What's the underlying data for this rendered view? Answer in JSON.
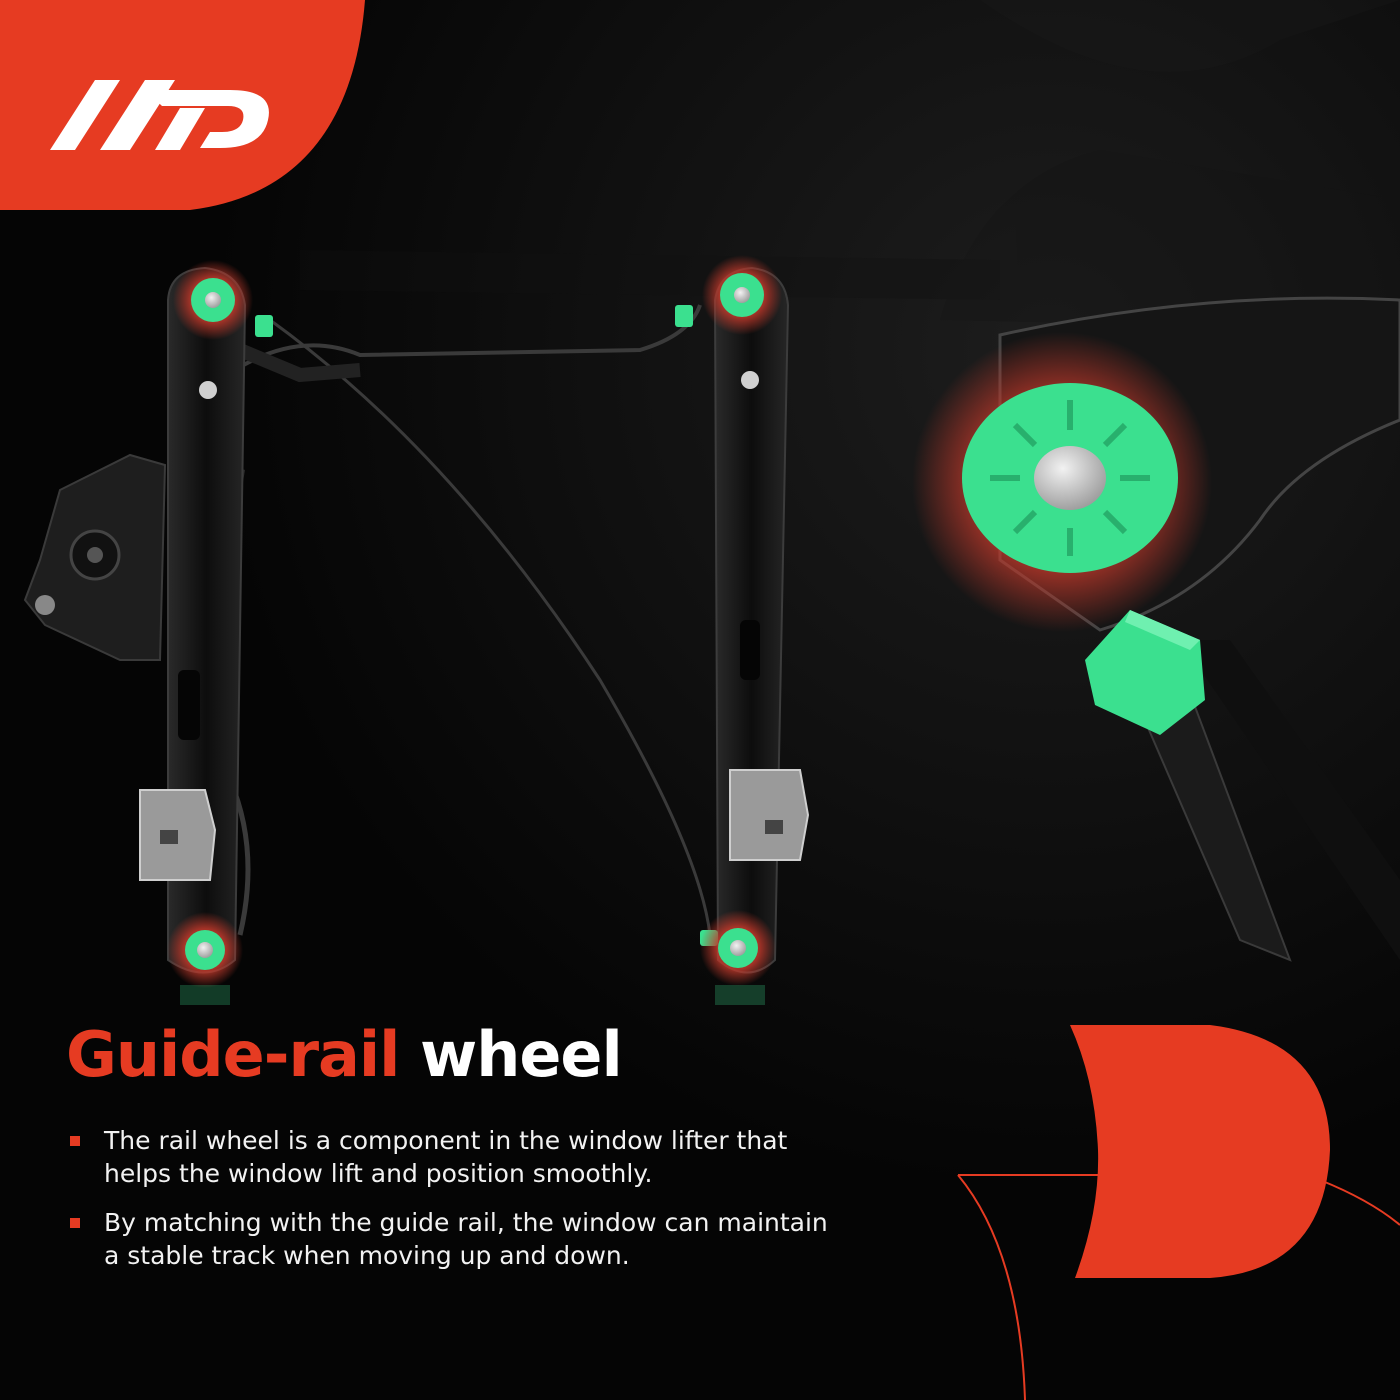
{
  "brand": {
    "logo_name": "A-Premium logo",
    "accent_color": "#e63b22"
  },
  "heading": {
    "accent_text": "Guide-rail",
    "plain_text": "wheel"
  },
  "bullets": [
    {
      "text": "The rail wheel is a component in the window lifter that helps the window lift and position smoothly."
    },
    {
      "text": "By matching with the guide rail, the window can maintain a stable track when moving up and down."
    }
  ],
  "colors": {
    "background": "#050505",
    "wheel_green": "#3be08f",
    "highlight_red": "#c0392b",
    "rail_dark": "#141414"
  }
}
